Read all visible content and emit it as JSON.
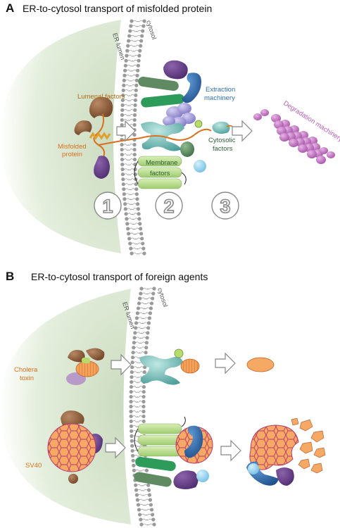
{
  "panel_a": {
    "letter": "A",
    "title": "ER-to-cytosol transport of misfolded protein",
    "membrane_labels": {
      "cytosol": "cytosol",
      "er_lumen": "ER lumen"
    },
    "labels": {
      "lumenal_factors": "Lumenal factors",
      "misfolded_line1": "Misfolded",
      "misfolded_line2": "protein",
      "extraction_line1": "Extraction",
      "extraction_line2": "machinery",
      "cytosolic_line1": "Cytosolic",
      "cytosolic_line2": "factors",
      "membrane_line1": "Membrane",
      "membrane_line2": "factors",
      "degradation": "Degradation machinery"
    },
    "steps": [
      "1",
      "2",
      "3"
    ]
  },
  "panel_b": {
    "letter": "B",
    "title": "ER-to-cytosol transport of foreign agents",
    "membrane_labels": {
      "cytosol": "cytosol",
      "er_lumen": "ER lumen"
    },
    "labels": {
      "cholera_line1": "Cholera",
      "cholera_line2": "toxin",
      "sv40": "SV40"
    }
  },
  "colors": {
    "lumen_green": "#cfe0c5",
    "orange": "#f3a969",
    "purple": "#6b3f8f",
    "brown": "#8a5a3c",
    "teal": "#6fc0bb",
    "light_green": "#b9dc8c",
    "dark_green": "#5f8f66",
    "blue": "#2e6fb2",
    "light_blue": "#8fd0ee",
    "lavender": "#a8a2dc",
    "magenta": "#c27fc4",
    "label_orange": "#d9701c",
    "label_blue": "#2e6fb2",
    "label_green": "#2f5e37",
    "label_magenta": "#b65ab5"
  }
}
